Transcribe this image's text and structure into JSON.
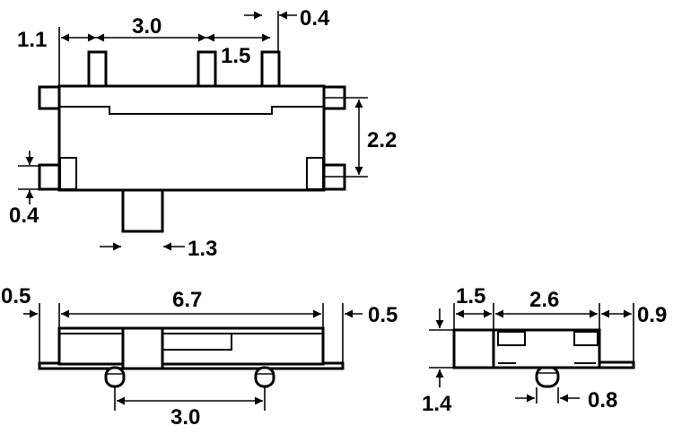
{
  "top_view": {
    "dims": {
      "pin_edge_offset": "1.1",
      "pin_pitch": "3.0",
      "pin_width": "0.4",
      "pin_gap": "1.5",
      "body_height": "2.2",
      "tab_height": "0.4",
      "actuator_width": "1.3"
    }
  },
  "front_view": {
    "dims": {
      "left_overhang": "0.5",
      "body_length": "6.7",
      "right_overhang": "0.5",
      "peg_pitch": "3.0"
    }
  },
  "side_view": {
    "dims": {
      "actuator_offset": "1.5",
      "body_depth": "2.6",
      "terminal_extension": "0.9",
      "body_height": "1.4",
      "peg_diameter": "0.8"
    }
  }
}
